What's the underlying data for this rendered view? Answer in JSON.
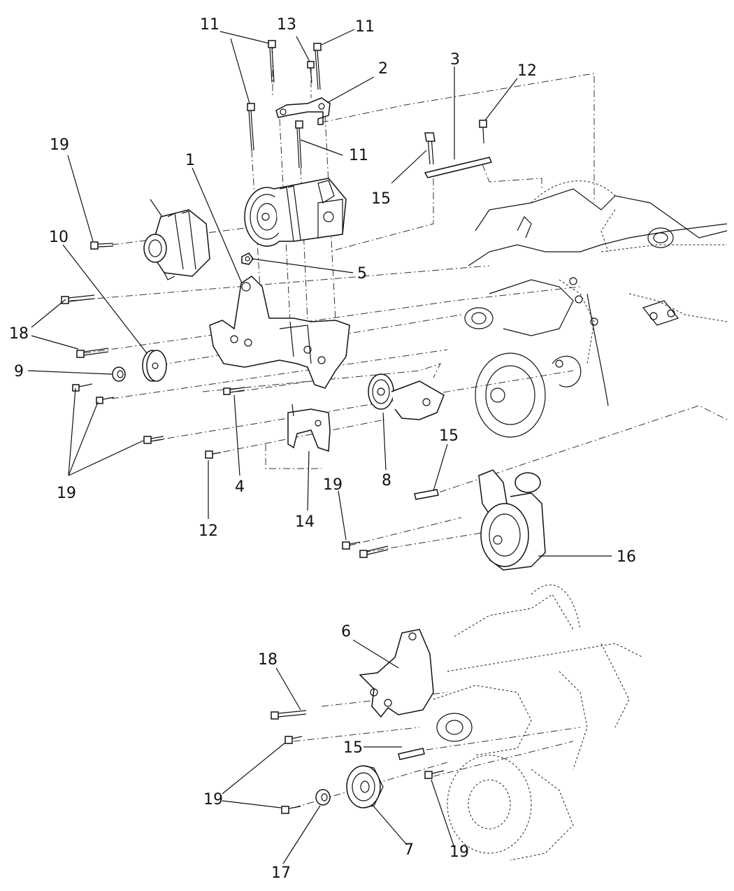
{
  "callouts": [
    {
      "id": "c11a",
      "text": "11"
    },
    {
      "id": "c13",
      "text": "13"
    },
    {
      "id": "c11b",
      "text": "11"
    },
    {
      "id": "c2",
      "text": "2"
    },
    {
      "id": "c3",
      "text": "3"
    },
    {
      "id": "c12a",
      "text": "12"
    },
    {
      "id": "c19a",
      "text": "19"
    },
    {
      "id": "c1",
      "text": "1"
    },
    {
      "id": "c11c",
      "text": "11"
    },
    {
      "id": "c15a",
      "text": "15"
    },
    {
      "id": "c10",
      "text": "10"
    },
    {
      "id": "c5",
      "text": "5"
    },
    {
      "id": "c18a",
      "text": "18"
    },
    {
      "id": "c9",
      "text": "9"
    },
    {
      "id": "c15b",
      "text": "15"
    },
    {
      "id": "c8",
      "text": "8"
    },
    {
      "id": "c19b",
      "text": "19"
    },
    {
      "id": "c12b",
      "text": "12"
    },
    {
      "id": "c4",
      "text": "4"
    },
    {
      "id": "c14",
      "text": "14"
    },
    {
      "id": "c19c",
      "text": "19"
    },
    {
      "id": "c16",
      "text": "16"
    },
    {
      "id": "c6",
      "text": "6"
    },
    {
      "id": "c18b",
      "text": "18"
    },
    {
      "id": "c15c",
      "text": "15"
    },
    {
      "id": "c19d",
      "text": "19"
    },
    {
      "id": "c19e",
      "text": "19"
    },
    {
      "id": "c7",
      "text": "7"
    },
    {
      "id": "c17",
      "text": "17"
    }
  ]
}
